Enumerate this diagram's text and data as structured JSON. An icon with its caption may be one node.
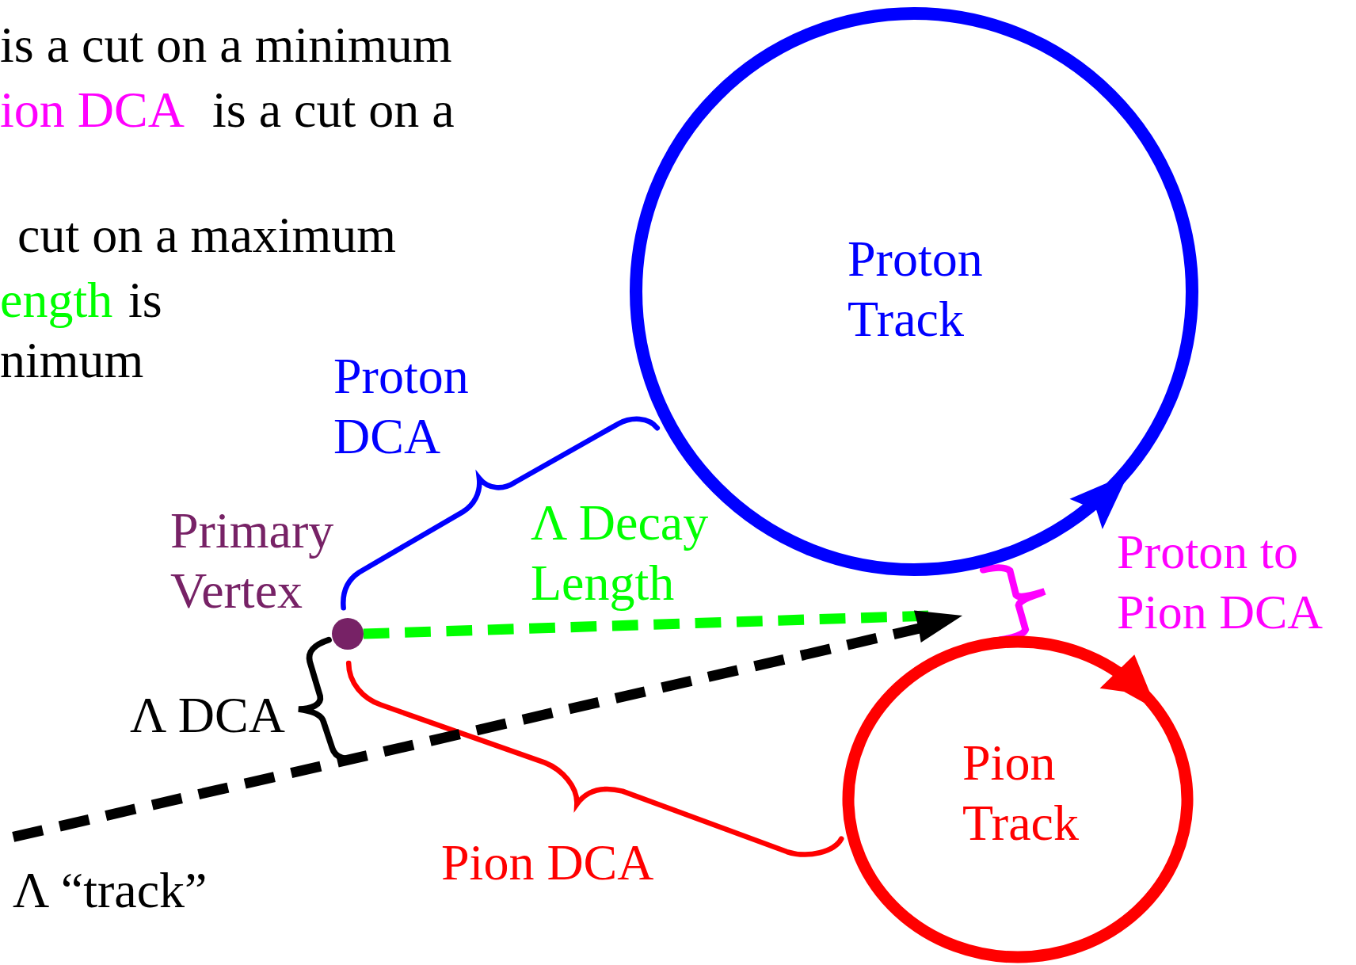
{
  "diagram": {
    "nodes": [
      {
        "text": [
          "Proton Track"
        ]
      },
      {
        "text": [],
        "shape": "circle",
        "beside": [
          "Primary Vertex"
        ]
      },
      {
        "text": [
          "Pion Track"
        ]
      }
    ],
    "labels": [
      "is a cut on a minimum",
      "ion DCA",
      "is a cut on a",
      "cut on a maximum",
      "ength",
      "is",
      "nimum",
      "Proton DCA",
      "Λ Decay Length",
      "Λ DCA",
      "Pion DCA",
      "Proton to Pion DCA",
      "Λ “track”"
    ]
  }
}
